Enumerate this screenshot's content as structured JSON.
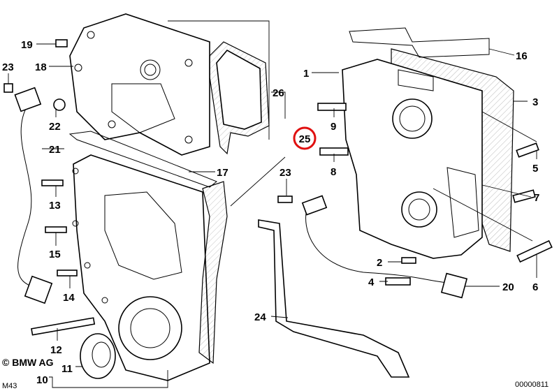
{
  "diagram": {
    "title_code": "M43",
    "copyright": "© BMW AG",
    "image_number": "00000811",
    "highlighted_part": "25",
    "highlight_color": "#e01010",
    "callouts": {
      "p19": "19",
      "p18": "18",
      "p23a": "23",
      "p22": "22",
      "p21": "21",
      "p13": "13",
      "p15": "15",
      "p14": "14",
      "p12": "12",
      "p11": "11",
      "p10": "10",
      "p26": "26",
      "p17": "17",
      "p25": "25",
      "p23b": "23",
      "p1": "1",
      "p9": "9",
      "p8": "8",
      "p16": "16",
      "p3": "3",
      "p5": "5",
      "p7": "7",
      "p2": "2",
      "p4": "4",
      "p20": "20",
      "p6": "6",
      "p24": "24"
    }
  }
}
